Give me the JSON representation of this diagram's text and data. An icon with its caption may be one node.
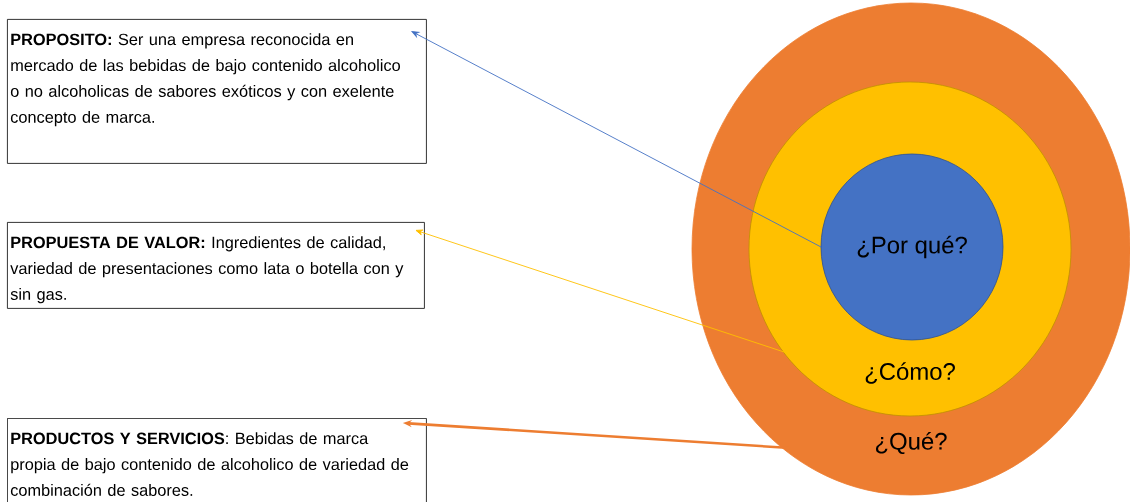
{
  "diagram": {
    "nodes": [
      {
        "text": [
          "**PROPOSITO:** Ser una empresa reconocida en mercado de las bebidas de bajo contenido alcoholico o no alcoholicas de sabores exóticos y con exelente concepto de marca."
        ]
      },
      {
        "text": [
          "**PROPUESTA DE VALOR:** Ingredientes de calidad, variedad de presentaciones como lata o botella con y sin gas."
        ]
      },
      {
        "text": [
          "**PRODUCTOS Y SERVICIOS**: Bebidas de marca propia de bajo contenido de alcoholico de variedad de combinación de sabores."
        ]
      },
      {
        "text": [
          "¿Qué?"
        ]
      },
      {
        "text": [
          "¿Cómo?"
        ],
        "in": 3
      },
      {
        "text": [
          "¿Por qué?"
        ],
        "in": 4
      }
    ],
    "edges": [
      {
        "from": 5,
        "to": 0,
        "arrow": "to",
        "color": "#4472c4"
      },
      {
        "from": 4,
        "to": 1,
        "arrow": "to",
        "color": "#ffc000"
      },
      {
        "from": 3,
        "to": 2,
        "arrow": "to",
        "color": "#ed7d31",
        "style": "thick"
      }
    ]
  }
}
